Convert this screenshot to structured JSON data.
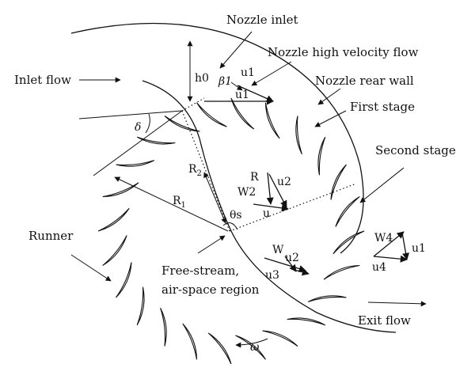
{
  "labels": {
    "nozzle_inlet": "Nozzle inlet",
    "nozzle_high_velocity_flow": "Nozzle high velocity flow",
    "nozzle_rear_wall": "Nozzle rear wall",
    "inlet_flow": "Inlet flow",
    "first_stage": "First stage",
    "second_stage": "Second stage",
    "runner": "Runner",
    "free_stream_line1": "Free-stream,",
    "free_stream_line2": "air-space region",
    "exit_flow": "Exit flow"
  },
  "symbols": {
    "h0": "h0",
    "beta1": "β1",
    "u1_top": "u1",
    "u1_mid": "u1",
    "delta": "δ",
    "R2_main": "R",
    "R2_sub": "2",
    "R1_main": "R",
    "R1_sub": "1",
    "theta_s": "θs",
    "R": "R",
    "W2": "W2",
    "u2_upper": "u2",
    "u": "u",
    "W": "W",
    "u2_lower": "u2",
    "u3": "u3",
    "W4": "W4",
    "u1_right": "u1",
    "u4": "u4",
    "omega": "ω"
  },
  "runner": {
    "blade_count": 24
  }
}
